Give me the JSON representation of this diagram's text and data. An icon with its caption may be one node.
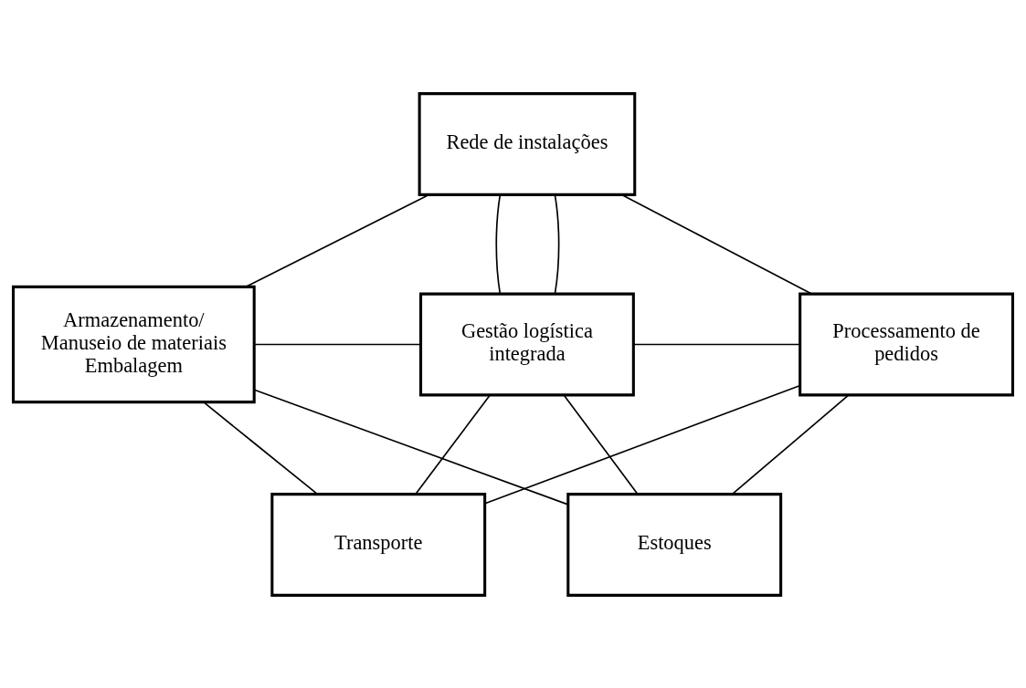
{
  "diagram": {
    "nodes": [
      {
        "text": [
          "Rede de instalações"
        ]
      },
      {
        "text": [
          "Armazenamento/ Manuseio de materiais Embalagem"
        ]
      },
      {
        "text": [
          "Gestão logística integrada"
        ]
      },
      {
        "text": [
          "Processamento de pedidos"
        ]
      },
      {
        "text": [
          "Transporte"
        ]
      },
      {
        "text": [
          "Estoques"
        ]
      }
    ],
    "edges": [
      {
        "from": 0,
        "to": 1,
        "arrow": "none"
      },
      {
        "from": 0,
        "to": 2,
        "arrow": "none"
      },
      {
        "from": 0,
        "to": 2,
        "arrow": "none"
      },
      {
        "from": 0,
        "to": 3,
        "arrow": "none"
      },
      {
        "from": 1,
        "to": 2,
        "arrow": "none"
      },
      {
        "from": 2,
        "to": 3,
        "arrow": "none"
      },
      {
        "from": 1,
        "to": 4,
        "arrow": "none"
      },
      {
        "from": 1,
        "to": 5,
        "arrow": "none"
      },
      {
        "from": 2,
        "to": 4,
        "arrow": "none"
      },
      {
        "from": 2,
        "to": 5,
        "arrow": "none"
      },
      {
        "from": 3,
        "to": 4,
        "arrow": "none"
      },
      {
        "from": 3,
        "to": 5,
        "arrow": "none"
      }
    ]
  }
}
